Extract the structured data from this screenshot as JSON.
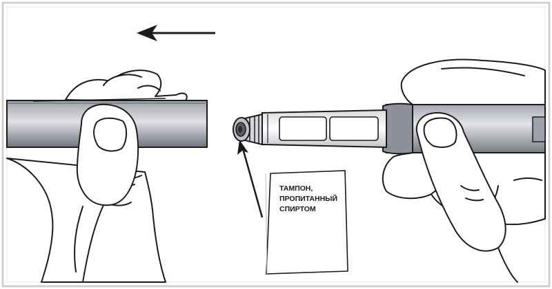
{
  "illustration": {
    "label_lines": [
      "ТАМПОН,",
      "ПРОПИТАННЫЙ",
      "СПИРТОМ"
    ],
    "icons": {
      "top_arrow": "arrow-left-icon",
      "pointer": "pointer-arrow-icon"
    },
    "colors": {
      "outline": "#1a1a1a",
      "cap_dark": "#777c86",
      "cap_light": "#c9cbd2",
      "skin": "#ffffff",
      "frame": "#cfcfcf"
    }
  }
}
